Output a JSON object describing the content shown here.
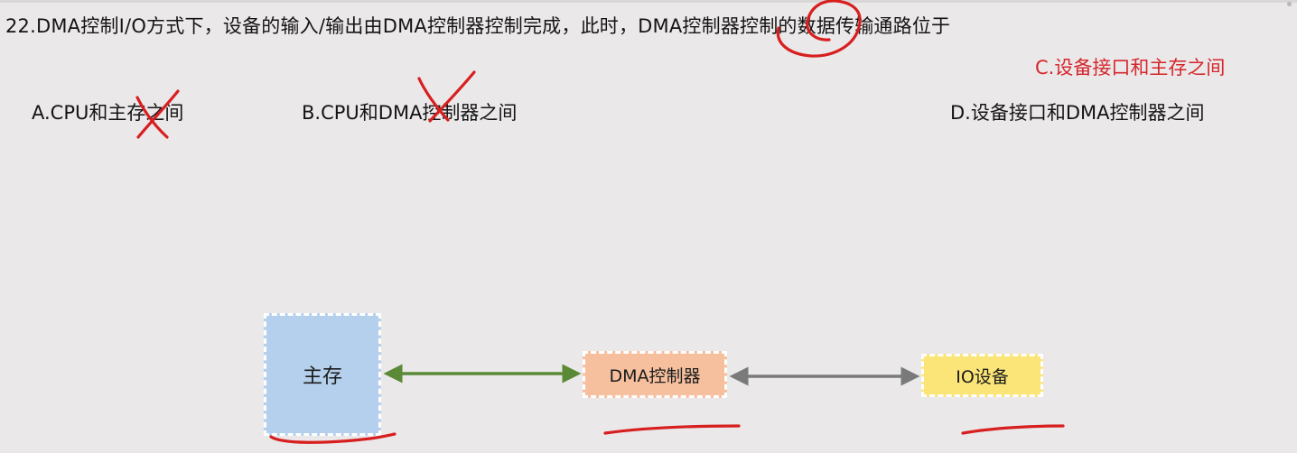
{
  "question": {
    "text": "22.DMA控制I/O方式下，设备的输入/输出由DMA控制器控制完成，此时，DMA控制器控制的数据传输通路位于"
  },
  "options": {
    "a": "A.CPU和主存之间",
    "b": "B.CPU和DMA控制器之间",
    "c": "C.设备接口和主存之间",
    "d": "D.设备接口和DMA控制器之间"
  },
  "diagram": {
    "memory": "主存",
    "dma_controller": "DMA控制器",
    "io_device": "IO设备"
  },
  "colors": {
    "background": "#ebe8ea",
    "answer_red": "#d4262b",
    "memory_fill": "#b5d0ec",
    "dma_fill": "#f6c09f",
    "io_fill": "#fbe578",
    "green_arrow": "#5a8a36",
    "gray_arrow": "#7a7a7a",
    "annotation_red": "#d81f1f"
  }
}
